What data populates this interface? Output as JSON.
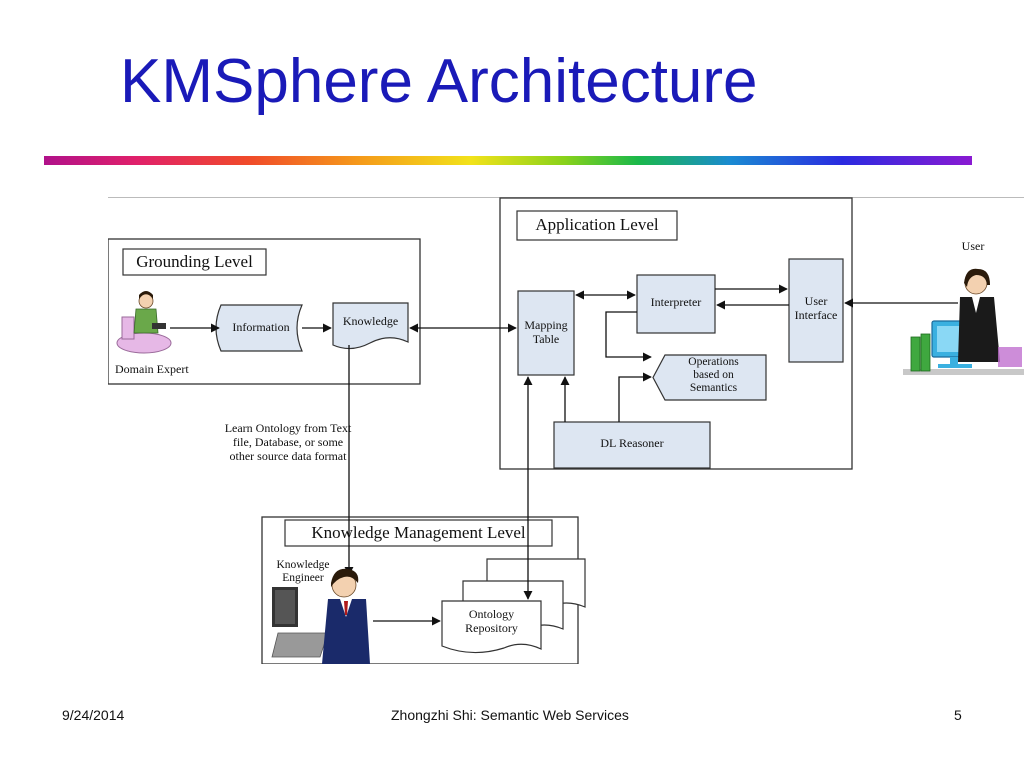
{
  "slide": {
    "title": "KMSphere Architecture"
  },
  "diagram": {
    "levels": {
      "grounding": "Grounding Level",
      "application": "Application Level",
      "knowledge_management": "Knowledge Management Level"
    },
    "nodes": {
      "information": "Information",
      "knowledge": "Knowledge",
      "mapping_table_line1": "Mapping",
      "mapping_table_line2": "Table",
      "interpreter": "Interpreter",
      "user_interface_line1": "User",
      "user_interface_line2": "Interface",
      "operations_line1": "Operations",
      "operations_line2": "based on",
      "operations_line3": "Semantics",
      "dl_reasoner": "DL Reasoner",
      "ontology_repository_line1": "Ontology",
      "ontology_repository_line2": "Repository"
    },
    "actors": {
      "domain_expert": "Domain Expert",
      "user": "User",
      "knowledge_engineer_line1": "Knowledge",
      "knowledge_engineer_line2": "Engineer"
    },
    "annotation": {
      "line1": "Learn Ontology from Text",
      "line2": "file, Database, or some",
      "line3": "other source data format"
    }
  },
  "footer": {
    "date": "9/24/2014",
    "center": "Zhongzhi Shi: Semantic Web Services",
    "page_number": "5"
  },
  "colors": {
    "title": "#1a1ab8",
    "box_fill": "#dde6f2",
    "line": "#111111"
  }
}
